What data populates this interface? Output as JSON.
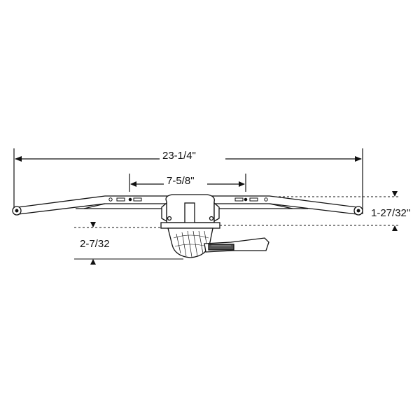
{
  "dimensions": {
    "overall_length": "23-1/4\"",
    "center_span": "7-5/8\"",
    "arm_height": "1-27/32\"",
    "operator_depth": "2-7/32"
  },
  "colors": {
    "line": "#111111",
    "background": "#ffffff",
    "handle_fill": "#555555"
  }
}
